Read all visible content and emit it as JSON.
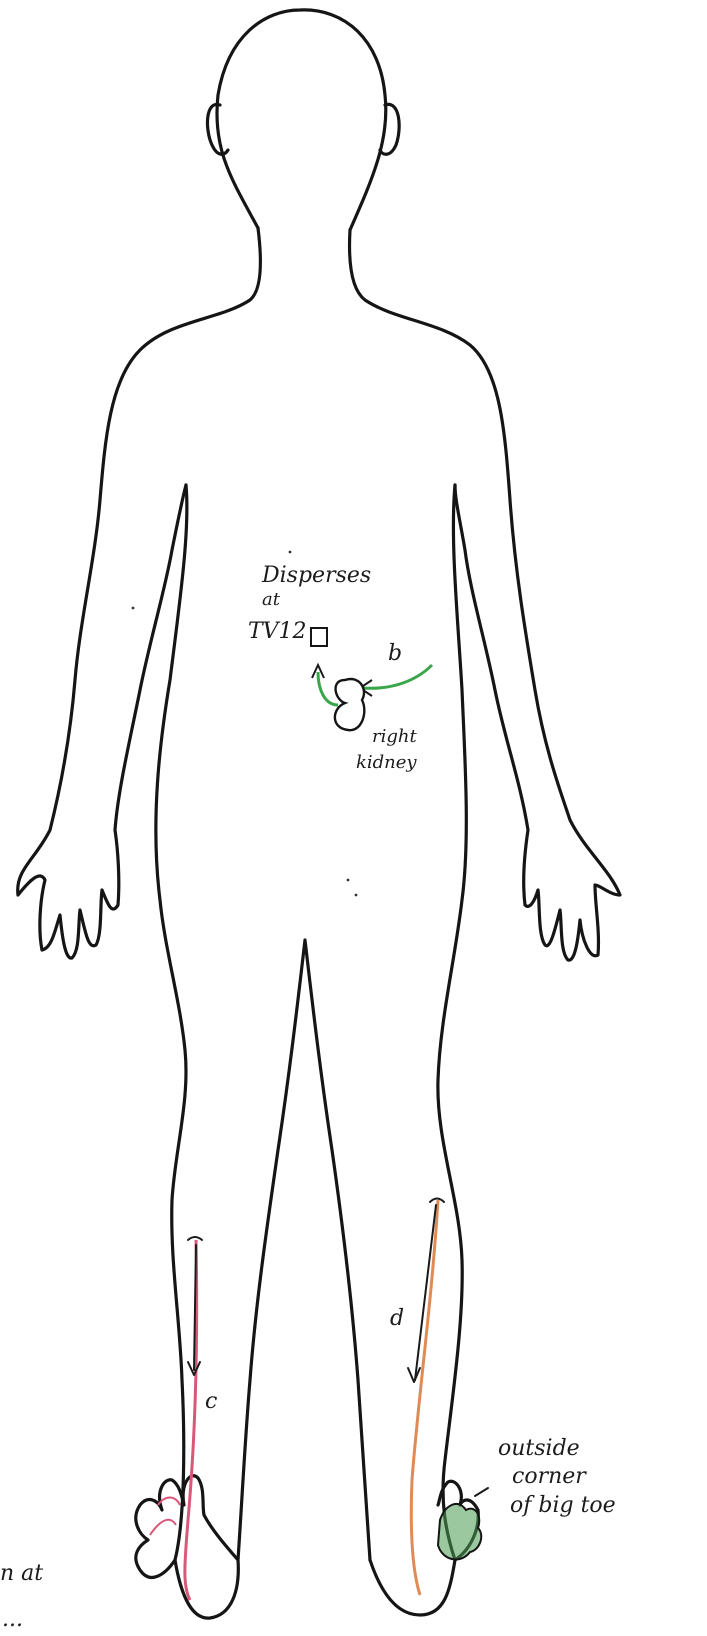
{
  "diagram": {
    "labels": {
      "disperses_line1": "Disperses",
      "disperses_line2": "at",
      "disperses_line3": "TV12",
      "kidney_line1": "right",
      "kidney_line2": "kidney",
      "branch_b": "b",
      "branch_c": "c",
      "branch_d": "d",
      "toe_line1": "outside",
      "toe_line2": "corner",
      "toe_line3": "of big toe",
      "cut_line1": "n at",
      "cut_line2": "..."
    },
    "colors": {
      "outline": "#151515",
      "branch_b": "#3aa64a",
      "branch_c": "#d9587a",
      "branch_d": "#e08a55",
      "toe_fill": "#4a9a50"
    }
  }
}
